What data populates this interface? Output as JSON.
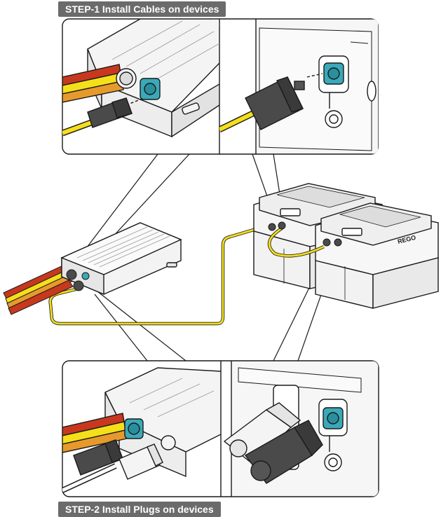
{
  "steps": [
    {
      "label": "STEP-1 Install Cables on devices"
    },
    {
      "label": "STEP-2 Install Plugs on devices"
    }
  ],
  "battery": {
    "brand": "REGO"
  },
  "colors": {
    "label_bg": "#6b6b6b",
    "cable_yellow": "#f4df1a",
    "cable_red": "#c8381e",
    "cable_orange": "#e79a2c",
    "connector_teal": "#3aa9b9",
    "connector_dark": "#4a4a4a",
    "outline": "#1a1a1a"
  },
  "icons": [
    "dc-charger-device",
    "battery-left",
    "battery-right",
    "m12-socket-icon",
    "cable-plug-icon",
    "dust-cap-icon"
  ]
}
